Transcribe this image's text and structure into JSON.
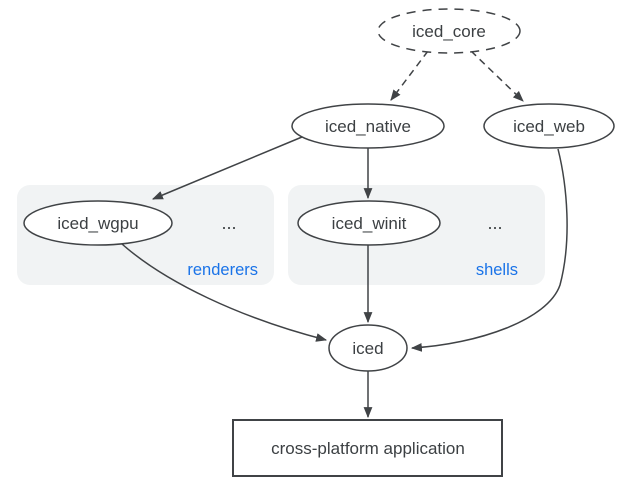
{
  "diagram": {
    "description": "iced crate ecosystem dependency graph",
    "colors": {
      "background": "#ffffff",
      "node_stroke": "#404346",
      "node_fill": "#ffffff",
      "text": "#3c4043",
      "group_fill": "#f1f3f4",
      "group_label": "#1a73e8"
    },
    "nodes": {
      "iced_core": {
        "label": "iced_core",
        "shape": "ellipse",
        "border": "dashed"
      },
      "iced_native": {
        "label": "iced_native",
        "shape": "ellipse",
        "border": "solid"
      },
      "iced_web": {
        "label": "iced_web",
        "shape": "ellipse",
        "border": "solid"
      },
      "iced_wgpu": {
        "label": "iced_wgpu",
        "shape": "ellipse",
        "border": "solid"
      },
      "iced_winit": {
        "label": "iced_winit",
        "shape": "ellipse",
        "border": "solid"
      },
      "iced": {
        "label": "iced",
        "shape": "ellipse",
        "border": "solid"
      },
      "app": {
        "label": "cross-platform application",
        "shape": "rectangle",
        "border": "solid"
      }
    },
    "groups": {
      "renderers": {
        "label": "renderers",
        "ellipsis": "..."
      },
      "shells": {
        "label": "shells",
        "ellipsis": "..."
      }
    },
    "edges": [
      {
        "from": "iced_core",
        "to": "iced_native",
        "style": "dashed"
      },
      {
        "from": "iced_core",
        "to": "iced_web",
        "style": "dashed"
      },
      {
        "from": "iced_native",
        "to": "iced_wgpu",
        "style": "solid"
      },
      {
        "from": "iced_native",
        "to": "iced_winit",
        "style": "solid"
      },
      {
        "from": "iced_wgpu",
        "to": "iced",
        "style": "solid"
      },
      {
        "from": "iced_winit",
        "to": "iced",
        "style": "solid"
      },
      {
        "from": "iced_web",
        "to": "iced",
        "style": "solid"
      },
      {
        "from": "iced",
        "to": "app",
        "style": "solid"
      }
    ]
  }
}
